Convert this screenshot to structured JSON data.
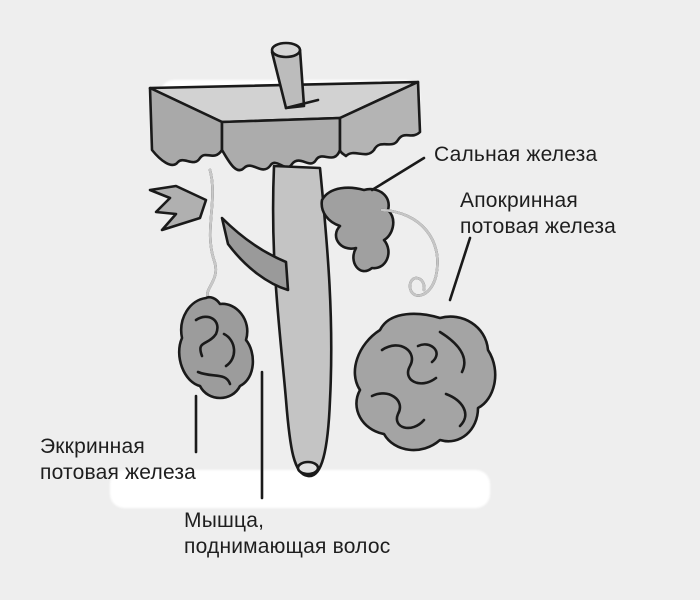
{
  "colors": {
    "background": "#eeeeee",
    "tissue": "#a8a8a8",
    "tissue_light": "#c9c9c9",
    "hair": "#bdbdbd",
    "outline": "#1a1a1a",
    "label": "#1e1e1e"
  },
  "labels": {
    "sebaceous": {
      "line1": "Сальная железа"
    },
    "apocrine": {
      "line1": "Апокринная",
      "line2": "потовая железа"
    },
    "eccrine": {
      "line1": "Эккринная",
      "line2": "потовая железа"
    },
    "muscle": {
      "line1": "Мышца,",
      "line2": "поднимающая волос"
    }
  }
}
